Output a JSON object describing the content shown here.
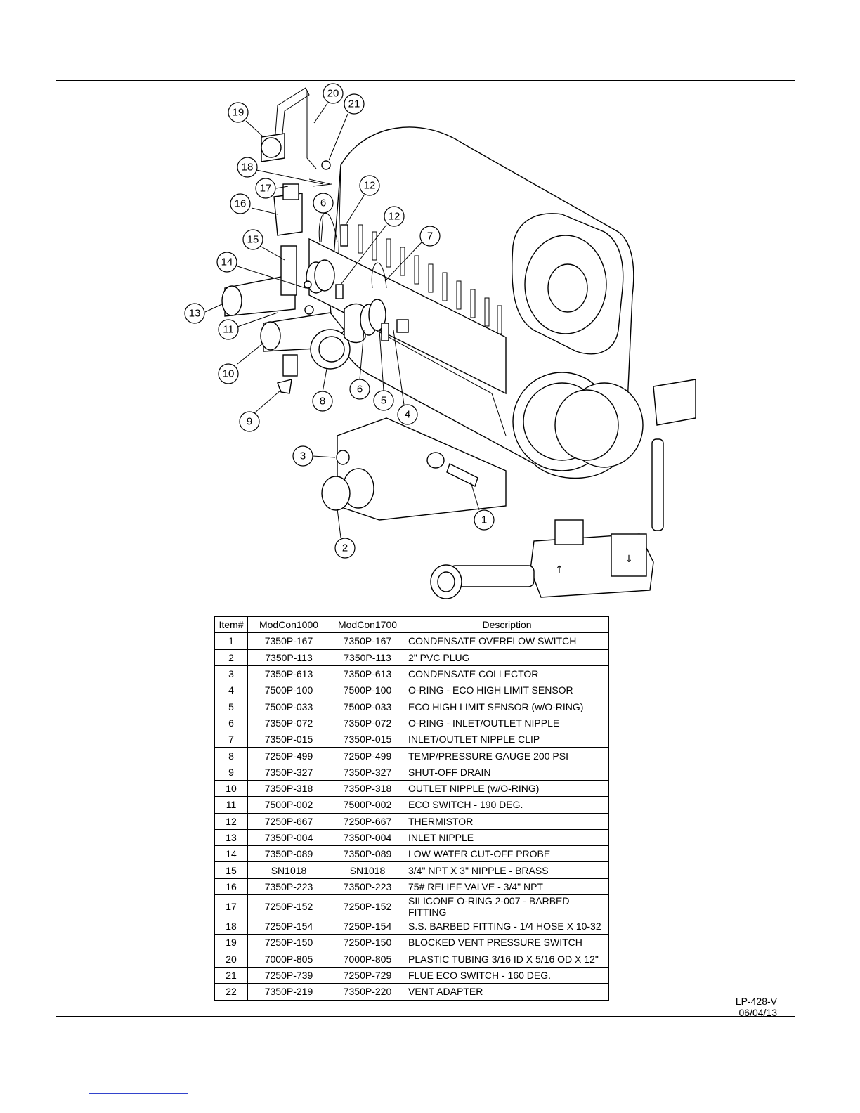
{
  "callouts": [
    "1",
    "2",
    "3",
    "4",
    "5",
    "6",
    "6",
    "7",
    "8",
    "9",
    "10",
    "11",
    "12",
    "12",
    "13",
    "14",
    "15",
    "16",
    "17",
    "18",
    "19",
    "20",
    "21"
  ],
  "table": {
    "headers": [
      "Item#",
      "ModCon1000",
      "ModCon1700",
      "Description"
    ],
    "rows": [
      {
        "item": "1",
        "mc1000": "7350P-167",
        "mc1700": "7350P-167",
        "desc": "CONDENSATE OVERFLOW SWITCH"
      },
      {
        "item": "2",
        "mc1000": "7350P-113",
        "mc1700": "7350P-113",
        "desc": "2\" PVC PLUG"
      },
      {
        "item": "3",
        "mc1000": "7350P-613",
        "mc1700": "7350P-613",
        "desc": "CONDENSATE COLLECTOR"
      },
      {
        "item": "4",
        "mc1000": "7500P-100",
        "mc1700": "7500P-100",
        "desc": "O-RING - ECO HIGH LIMIT SENSOR"
      },
      {
        "item": "5",
        "mc1000": "7500P-033",
        "mc1700": "7500P-033",
        "desc": "ECO HIGH LIMIT SENSOR (w/O-RING)"
      },
      {
        "item": "6",
        "mc1000": "7350P-072",
        "mc1700": "7350P-072",
        "desc": "O-RING - INLET/OUTLET NIPPLE"
      },
      {
        "item": "7",
        "mc1000": "7350P-015",
        "mc1700": "7350P-015",
        "desc": "INLET/OUTLET NIPPLE CLIP"
      },
      {
        "item": "8",
        "mc1000": "7250P-499",
        "mc1700": "7250P-499",
        "desc": "TEMP/PRESSURE GAUGE 200 PSI"
      },
      {
        "item": "9",
        "mc1000": "7350P-327",
        "mc1700": "7350P-327",
        "desc": "SHUT-OFF DRAIN"
      },
      {
        "item": "10",
        "mc1000": "7350P-318",
        "mc1700": "7350P-318",
        "desc": "OUTLET NIPPLE (w/O-RING)"
      },
      {
        "item": "11",
        "mc1000": "7500P-002",
        "mc1700": "7500P-002",
        "desc": "ECO SWITCH - 190 DEG."
      },
      {
        "item": "12",
        "mc1000": "7250P-667",
        "mc1700": "7250P-667",
        "desc": "THERMISTOR"
      },
      {
        "item": "13",
        "mc1000": "7350P-004",
        "mc1700": "7350P-004",
        "desc": "INLET NIPPLE"
      },
      {
        "item": "14",
        "mc1000": "7350P-089",
        "mc1700": "7350P-089",
        "desc": "LOW WATER CUT-OFF PROBE"
      },
      {
        "item": "15",
        "mc1000": "SN1018",
        "mc1700": "SN1018",
        "desc": "3/4\" NPT X 3\" NIPPLE - BRASS"
      },
      {
        "item": "16",
        "mc1000": "7350P-223",
        "mc1700": "7350P-223",
        "desc": "75# RELIEF VALVE - 3/4\" NPT"
      },
      {
        "item": "17",
        "mc1000": "7250P-152",
        "mc1700": "7250P-152",
        "desc": "SILICONE O-RING 2-007 - BARBED FITTING"
      },
      {
        "item": "18",
        "mc1000": "7250P-154",
        "mc1700": "7250P-154",
        "desc": "S.S. BARBED FITTING - 1/4 HOSE X 10-32"
      },
      {
        "item": "19",
        "mc1000": "7250P-150",
        "mc1700": "7250P-150",
        "desc": "BLOCKED VENT PRESSURE SWITCH"
      },
      {
        "item": "20",
        "mc1000": "7000P-805",
        "mc1700": "7000P-805",
        "desc": "PLASTIC TUBING 3/16 ID X 5/16 OD X 12\""
      },
      {
        "item": "21",
        "mc1000": "7250P-739",
        "mc1700": "7250P-729",
        "desc": "FLUE ECO SWITCH - 160 DEG."
      },
      {
        "item": "22",
        "mc1000": "7350P-219",
        "mc1700": "7350P-220",
        "desc": "VENT ADAPTER"
      }
    ]
  },
  "doc_id": "LP-428-V",
  "doc_date": "06/04/13"
}
